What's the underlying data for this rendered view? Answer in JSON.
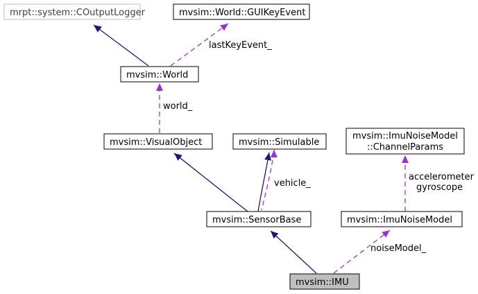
{
  "colors": {
    "inheritance": "#191970",
    "usage": "#9a32cd",
    "border": "#000000",
    "muted_border": "#bfbfbf",
    "muted_text": "#404040",
    "highlight_fill": "#bfbfbf"
  },
  "nodes": {
    "coutputlogger": {
      "label": "mrpt::system::COutputLogger"
    },
    "guikeyevent": {
      "label": "mvsim::World::GUIKeyEvent"
    },
    "world": {
      "label": "mvsim::World"
    },
    "visualobject": {
      "label": "mvsim::VisualObject"
    },
    "simulable": {
      "label": "mvsim::Simulable"
    },
    "channelparams": {
      "label_line1": "mvsim::ImuNoiseModel",
      "label_line2": "::ChannelParams"
    },
    "sensorbase": {
      "label": "mvsim::SensorBase"
    },
    "imunoisemodel": {
      "label": "mvsim::ImuNoiseModel"
    },
    "imu": {
      "label": "mvsim::IMU"
    }
  },
  "edges": {
    "last_key_event": "lastKeyEvent_",
    "world": "world_",
    "vehicle": "vehicle_",
    "accel_gyro_line1": "accelerometer",
    "accel_gyro_line2": "gyroscope",
    "noise_model": "noiseModel_"
  }
}
